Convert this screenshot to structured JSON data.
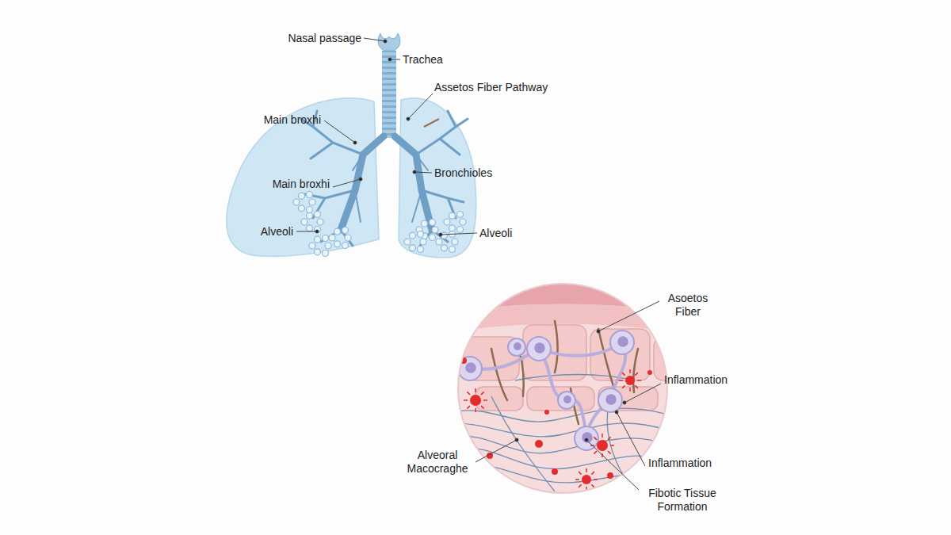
{
  "diagram": {
    "labels": [
      "Nasal passage",
      "Trachea",
      "Assetos Fiber Pathway",
      "Main broxhi",
      "Main broxhi",
      "Bronchioles",
      "Alveoli",
      "Alveoli",
      "Asoetos Fiber",
      "Inflammation",
      "Inflammation",
      "Alveoral Macocraghe",
      "Fibotic Tissue Formation"
    ]
  }
}
